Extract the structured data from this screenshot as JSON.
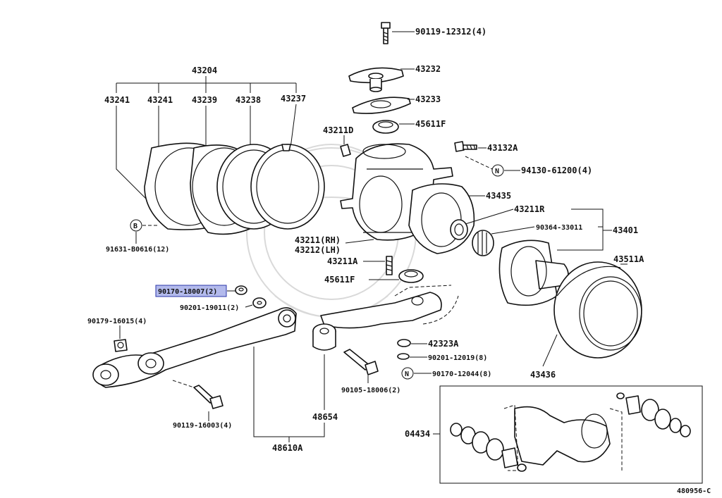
{
  "diagram_id": "480956-C",
  "labels": {
    "l_9011912312": "90119-12312(4)",
    "l_43232": "43232",
    "l_43233": "43233",
    "l_45611F_top": "45611F",
    "l_43211D": "43211D",
    "l_43132A": "43132A",
    "l_N1": "N",
    "l_9413061200": "94130-61200(4)",
    "l_43204": "43204",
    "l_43241a": "43241",
    "l_43241b": "43241",
    "l_43239": "43239",
    "l_43238": "43238",
    "l_43237": "43237",
    "l_43435": "43435",
    "l_43211R": "43211R",
    "l_9036433011": "90364-33011",
    "l_43401": "43401",
    "l_B": "B",
    "l_91631B0616": "91631-B0616(12)",
    "l_43211RH": "43211(RH)",
    "l_43212LH": "43212(LH)",
    "l_43211A": "43211A",
    "l_45611F_bot": "45611F",
    "l_43511A": "43511A",
    "l_9017018007": "90170-18007(2)",
    "l_9020119011": "90201-19011(2)",
    "l_9017916015": "90179-16015(4)",
    "l_42323A": "42323A",
    "l_9020112019": "90201-12019(8)",
    "l_N2": "N",
    "l_9017012044": "90170-12044(8)",
    "l_43436": "43436",
    "l_9010518006": "90105-18006(2)",
    "l_48654": "48654",
    "l_9011916003": "90119-16003(4)",
    "l_48610A": "48610A",
    "l_04434": "04434"
  }
}
